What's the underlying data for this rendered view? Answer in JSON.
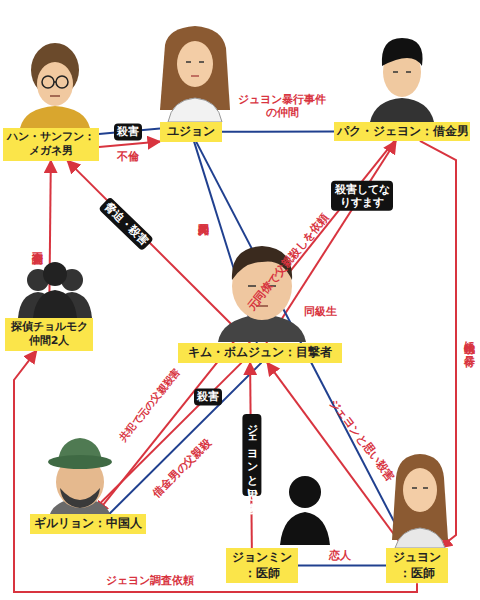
{
  "diagram": {
    "nodes": [
      {
        "text": [
          "ハン・サンフン： メガネ男"
        ]
      },
      {
        "text": [
          "ユジョン"
        ]
      },
      {
        "text": [
          "パク・ジェヨン：借金男"
        ]
      },
      {
        "text": [
          "探偵チョルモク 仲間2人"
        ]
      },
      {
        "text": [
          "キム・ボムジュン：目撃者"
        ]
      },
      {
        "text": [
          "ギルリョン：中国人"
        ]
      },
      {
        "text": [
          "ジョンミン ：医師"
        ]
      },
      {
        "text": [
          "ジュヨン ：医師"
        ]
      }
    ],
    "edges": [
      {
        "from": 0,
        "to": 1,
        "arrow": "to",
        "label": "殺害"
      },
      {
        "from": 0,
        "to": 1,
        "arrow": "none",
        "label": "不倫"
      },
      {
        "from": 1,
        "to": 2,
        "arrow": "none",
        "label": "ジュヨン暴行事件の仲間"
      },
      {
        "from": 3,
        "to": 0,
        "arrow": "to",
        "label": "不倫調査"
      },
      {
        "from": 4,
        "to": 0,
        "arrow": "to",
        "label": "脅迫・殺害"
      },
      {
        "from": 1,
        "to": 4,
        "arrow": "none",
        "label": "美人局仲間"
      },
      {
        "from": 2,
        "to": 5,
        "arrow": "to",
        "label": "元同僚で父親殺しを依頼"
      },
      {
        "from": 4,
        "to": 2,
        "arrow": "to",
        "label": "殺害してなりすます"
      },
      {
        "from": 2,
        "to": 7,
        "arrow": "to",
        "label": "学生時代に暴行"
      },
      {
        "from": 1,
        "to": 7,
        "arrow": "none",
        "label": "同級生"
      },
      {
        "from": 7,
        "to": 4,
        "arrow": "to",
        "label": "ジェヨンと思い殺害"
      },
      {
        "from": 4,
        "to": 5,
        "arrow": "to",
        "label": "殺害"
      },
      {
        "from": 4,
        "to": 5,
        "arrow": "none",
        "label": "借金男の父親殺"
      },
      {
        "from": 6,
        "to": 4,
        "arrow": "to",
        "label": "ジェヨンと思い殺害"
      },
      {
        "from": 6,
        "to": 7,
        "arrow": "none",
        "label": "恋人"
      },
      {
        "from": 7,
        "to": 3,
        "arrow": "to",
        "label": "ジェヨン調査依頼"
      }
    ],
    "labels": [
      "共犯で元の父親殺害"
    ]
  }
}
